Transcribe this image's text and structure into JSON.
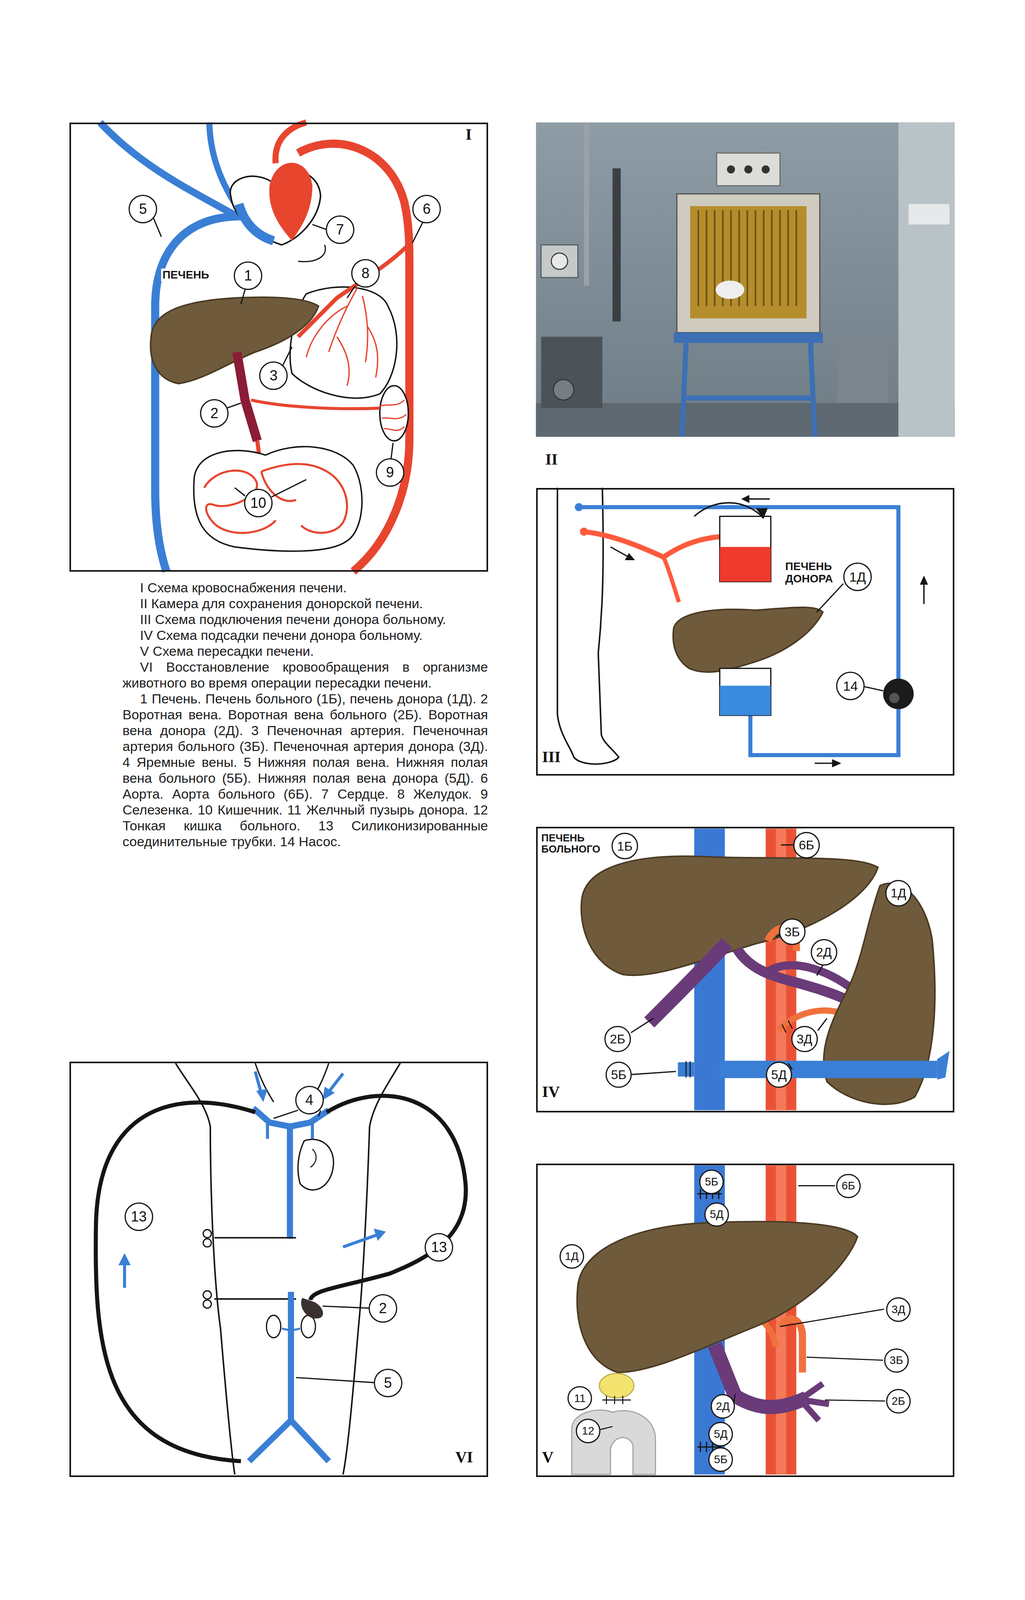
{
  "diagram": {
    "nodes": [
      {
        "text": [
          "I"
        ]
      },
      {
        "text": [
          "5"
        ],
        "in": 0
      },
      {
        "text": [
          "6"
        ],
        "in": 0
      },
      {
        "text": [
          "7"
        ],
        "in": 0
      },
      {
        "text": [
          "1"
        ],
        "in": 0
      },
      {
        "text": [
          "8"
        ],
        "in": 0
      },
      {
        "text": [
          "3"
        ],
        "in": 0
      },
      {
        "text": [
          "2"
        ],
        "in": 0
      },
      {
        "text": [
          "9"
        ],
        "in": 0
      },
      {
        "text": [
          "10"
        ],
        "in": 0
      },
      {
        "text": [
          "III"
        ]
      },
      {
        "text": [
          "1Д"
        ],
        "in": 10
      },
      {
        "text": [
          "14"
        ],
        "in": 10
      },
      {
        "text": [
          "IV"
        ]
      },
      {
        "text": [
          "1Б"
        ],
        "in": 13
      },
      {
        "text": [
          "6Б"
        ],
        "in": 13
      },
      {
        "text": [
          "1Д"
        ],
        "in": 13
      },
      {
        "text": [
          "3Б"
        ],
        "in": 13
      },
      {
        "text": [
          "2Д"
        ],
        "in": 13
      },
      {
        "text": [
          "2Б"
        ],
        "in": 13
      },
      {
        "text": [
          "3Д"
        ],
        "in": 13
      },
      {
        "text": [
          "5Б"
        ],
        "in": 13
      },
      {
        "text": [
          "5Д"
        ],
        "in": 13
      },
      {
        "text": [
          "V"
        ]
      },
      {
        "text": [
          "5Б"
        ],
        "in": 23
      },
      {
        "text": [
          "6Б"
        ],
        "in": 23
      },
      {
        "text": [
          "5Д"
        ],
        "in": 23
      },
      {
        "text": [
          "1Д"
        ],
        "in": 23
      },
      {
        "text": [
          "3Д"
        ],
        "in": 23
      },
      {
        "text": [
          "3Б"
        ],
        "in": 23
      },
      {
        "text": [
          "2Б"
        ],
        "in": 23
      },
      {
        "text": [
          "11"
        ],
        "in": 23
      },
      {
        "text": [
          "2Д"
        ],
        "in": 23
      },
      {
        "text": [
          "12"
        ],
        "in": 23
      },
      {
        "text": [
          "5Д"
        ],
        "in": 23
      },
      {
        "text": [
          "5Б"
        ],
        "in": 23
      },
      {
        "text": [
          "VI"
        ]
      },
      {
        "text": [
          "4"
        ],
        "in": 36
      },
      {
        "text": [
          "13"
        ],
        "in": 36
      },
      {
        "text": [
          "13"
        ],
        "in": 36
      },
      {
        "text": [
          "2"
        ],
        "in": 36
      },
      {
        "text": [
          "5"
        ],
        "in": 36
      }
    ],
    "labels": [
      "ПЕЧЕНЬ",
      "ПЕЧЕНЬ ДОНОРА",
      "ПЕЧЕНЬ БОЛЬНОГО",
      "II",
      "I Схема кровоснабжения печени.",
      "II Камера для сохранения донорской печени.",
      "III Схема подключения печени донора больному.",
      "IV Схема подсадки печени донора больному.",
      "V Схема пересадки печени.",
      "VI Восстановление кровообращения в организме животного во время операции пересадки печени.",
      "1 Печень. Печень больного (1Б), печень донора (1Д). 2 Воротная вена. Воротная вена больного (2Б). Воротная вена донора (2Д). 3 Печеночная артерия. Печеночная артерия больного (3Б). Печеночная артерия донора (3Д). 4 Яремные вены. 5 Нижняя полая вена. Нижняя полая вена больного (5Б). Нижняя полая вена донора (5Д). 6 Аорта. Аорта больного (6Б). 7 Сердце. 8 Желудок. 9 Селезенка. 10 Кишечник. 11 Желчный пузырь донора. 12 Тонкая кишка больного. 13 Силиконизированные соединительные трубки. 14 Насос."
    ]
  }
}
